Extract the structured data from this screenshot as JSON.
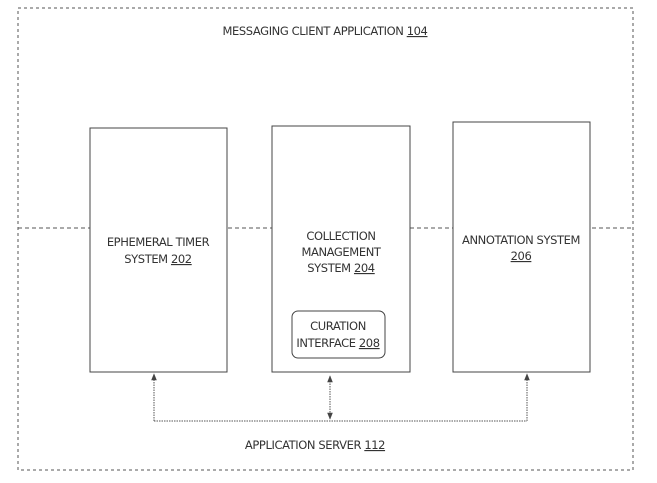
{
  "title": {
    "label": "MESSAGING CLIENT APPLICATION",
    "ref": "104"
  },
  "server": {
    "label": "APPLICATION SERVER",
    "ref": "112"
  },
  "boxes": [
    {
      "line1": "EPHEMERAL TIMER",
      "line2": "SYSTEM",
      "ref": "202"
    },
    {
      "line1": "COLLECTION",
      "line2": "MANAGEMENT",
      "line3": "SYSTEM",
      "ref": "204"
    },
    {
      "line1": "ANNOTATION SYSTEM",
      "ref": "206"
    }
  ],
  "curation": {
    "line1": "CURATION",
    "line2": "INTERFACE",
    "ref": "208"
  }
}
